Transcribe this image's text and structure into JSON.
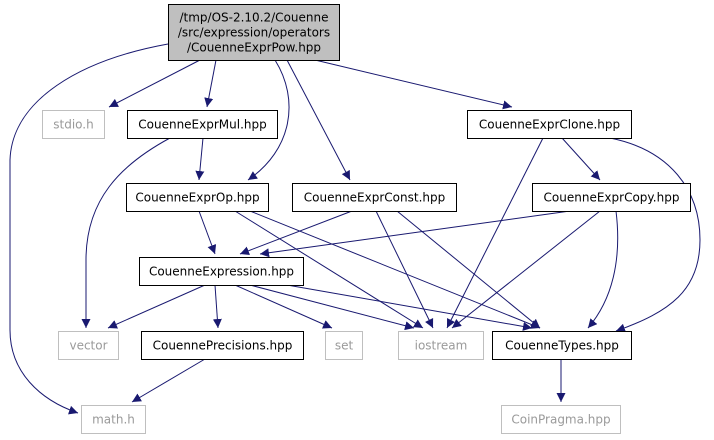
{
  "colors": {
    "edge": "#191970",
    "border": "#000000",
    "external_border": "#bfbfbf",
    "external_text": "#9a9a9a",
    "root_fill": "#bfbfbf",
    "text": "#000000"
  },
  "nodes": [
    {
      "id": "root",
      "kind": "root",
      "lines": [
        "/tmp/OS-2.10.2/Couenne",
        "/src/expression/operators",
        "/CouenneExprPow.hpp"
      ]
    },
    {
      "id": "stdio",
      "kind": "external",
      "lines": [
        "stdio.h"
      ]
    },
    {
      "id": "exprmul",
      "kind": "internal",
      "lines": [
        "CouenneExprMul.hpp"
      ]
    },
    {
      "id": "exprclone",
      "kind": "internal",
      "lines": [
        "CouenneExprClone.hpp"
      ]
    },
    {
      "id": "exprop",
      "kind": "internal",
      "lines": [
        "CouenneExprOp.hpp"
      ]
    },
    {
      "id": "exprconst",
      "kind": "internal",
      "lines": [
        "CouenneExprConst.hpp"
      ]
    },
    {
      "id": "exprcopy",
      "kind": "internal",
      "lines": [
        "CouenneExprCopy.hpp"
      ]
    },
    {
      "id": "expression",
      "kind": "internal",
      "lines": [
        "CouenneExpression.hpp"
      ]
    },
    {
      "id": "vector",
      "kind": "external",
      "lines": [
        "vector"
      ]
    },
    {
      "id": "precisions",
      "kind": "internal",
      "lines": [
        "CouennePrecisions.hpp"
      ]
    },
    {
      "id": "set",
      "kind": "external",
      "lines": [
        "set"
      ]
    },
    {
      "id": "iostream",
      "kind": "external",
      "lines": [
        "iostream"
      ]
    },
    {
      "id": "types",
      "kind": "internal",
      "lines": [
        "CouenneTypes.hpp"
      ]
    },
    {
      "id": "math",
      "kind": "external",
      "lines": [
        "math.h"
      ]
    },
    {
      "id": "coinpragma",
      "kind": "external",
      "lines": [
        "CoinPragma.hpp"
      ]
    }
  ],
  "edges": [
    {
      "from": "root",
      "to": "stdio"
    },
    {
      "from": "root",
      "to": "exprmul"
    },
    {
      "from": "root",
      "to": "exprop"
    },
    {
      "from": "root",
      "to": "exprconst"
    },
    {
      "from": "root",
      "to": "exprclone"
    },
    {
      "from": "root",
      "to": "math"
    },
    {
      "from": "exprmul",
      "to": "exprop"
    },
    {
      "from": "exprmul",
      "to": "vector"
    },
    {
      "from": "exprop",
      "to": "expression"
    },
    {
      "from": "exprop",
      "to": "iostream"
    },
    {
      "from": "exprop",
      "to": "types"
    },
    {
      "from": "exprconst",
      "to": "expression"
    },
    {
      "from": "exprconst",
      "to": "iostream"
    },
    {
      "from": "exprconst",
      "to": "types"
    },
    {
      "from": "exprclone",
      "to": "exprcopy"
    },
    {
      "from": "exprclone",
      "to": "iostream"
    },
    {
      "from": "exprclone",
      "to": "types"
    },
    {
      "from": "exprcopy",
      "to": "expression"
    },
    {
      "from": "exprcopy",
      "to": "iostream"
    },
    {
      "from": "exprcopy",
      "to": "types"
    },
    {
      "from": "expression",
      "to": "vector"
    },
    {
      "from": "expression",
      "to": "precisions"
    },
    {
      "from": "expression",
      "to": "set"
    },
    {
      "from": "expression",
      "to": "iostream"
    },
    {
      "from": "expression",
      "to": "types"
    },
    {
      "from": "precisions",
      "to": "math"
    },
    {
      "from": "types",
      "to": "coinpragma"
    }
  ]
}
